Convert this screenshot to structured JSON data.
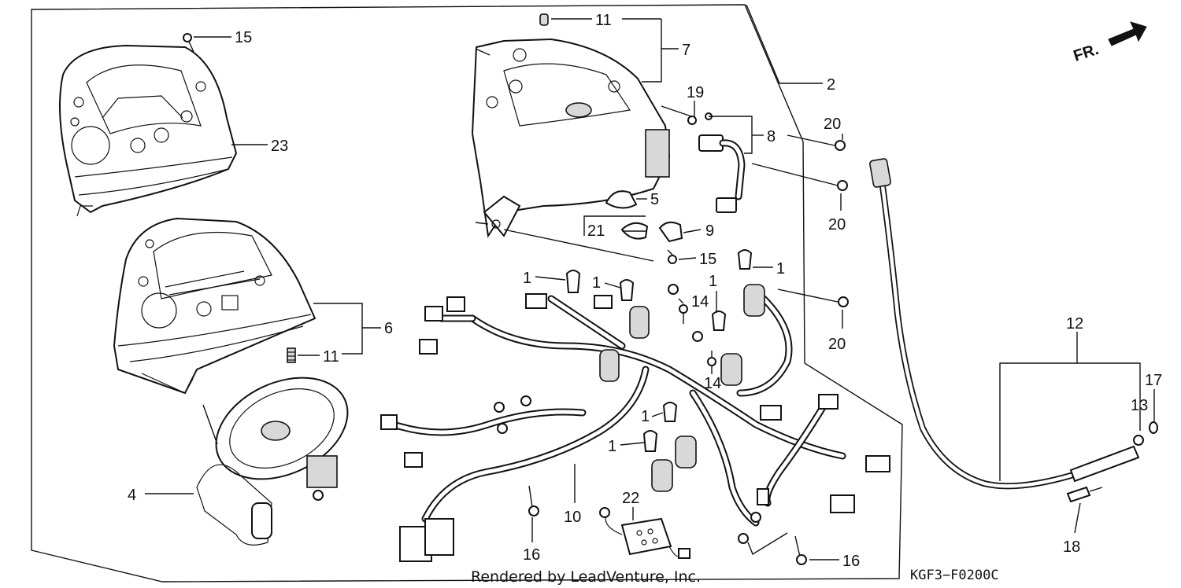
{
  "orientation": {
    "text": "FR."
  },
  "diagram_code": "KGF3−F0200C",
  "credit": "Rendered by LeadVenture, Inc.",
  "labels": {
    "l1a": "1",
    "l1b": "1",
    "l1c": "1",
    "l1d": "1",
    "l1e": "1",
    "l1f": "1",
    "l2": "2",
    "l4": "4",
    "l5": "5",
    "l6": "6",
    "l7": "7",
    "l8": "8",
    "l9": "9",
    "l10": "10",
    "l11a": "11",
    "l11b": "11",
    "l12": "12",
    "l13": "13",
    "l14a": "14",
    "l14b": "14",
    "l15a": "15",
    "l15b": "15",
    "l16a": "16",
    "l16b": "16",
    "l17": "17",
    "l18": "18",
    "l19": "19",
    "l20a": "20",
    "l20b": "20",
    "l20c": "20",
    "l21": "21",
    "l22": "22",
    "l23": "23"
  }
}
